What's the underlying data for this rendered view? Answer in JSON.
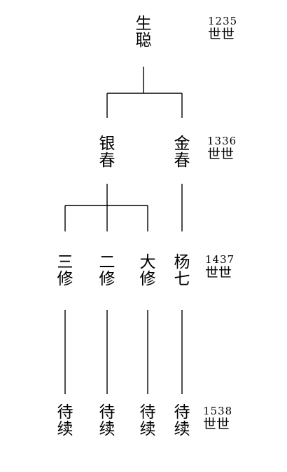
{
  "nodes": {
    "shengcong": {
      "c1": "生",
      "c2": "聪"
    },
    "yinchun": {
      "c1": "银",
      "c2": "春"
    },
    "jinchun": {
      "c1": "金",
      "c2": "春"
    },
    "sanxiu": {
      "c1": "三",
      "c2": "修"
    },
    "erxiu": {
      "c1": "二",
      "c2": "修"
    },
    "daxiu": {
      "c1": "大",
      "c2": "修"
    },
    "yangqi": {
      "c1": "杨",
      "c2": "七"
    },
    "daixu1": {
      "c1": "待",
      "c2": "续"
    },
    "daixu2": {
      "c1": "待",
      "c2": "续"
    },
    "daixu3": {
      "c1": "待",
      "c2": "续"
    },
    "daixu4": {
      "c1": "待",
      "c2": "续"
    }
  },
  "generations": [
    {
      "num": "1235",
      "shi": "世世"
    },
    {
      "num": "1336",
      "shi": "世世"
    },
    {
      "num": "1437",
      "shi": "世世"
    },
    {
      "num": "1538",
      "shi": "世世"
    }
  ]
}
